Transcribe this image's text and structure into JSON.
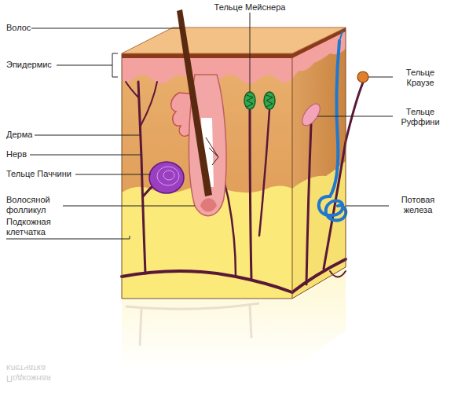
{
  "diagram": {
    "labels": [
      "Тельце Мейснера",
      "Волос",
      "Эпидермис",
      "Тельце Краузе",
      "Тельце Руффини",
      "Дерма",
      "Нерв",
      "Тельце Паччини",
      "Волосяной фолликул",
      "Потовая железа",
      "Подкожная клетчатка",
      "Подкожная клетчатка"
    ]
  }
}
